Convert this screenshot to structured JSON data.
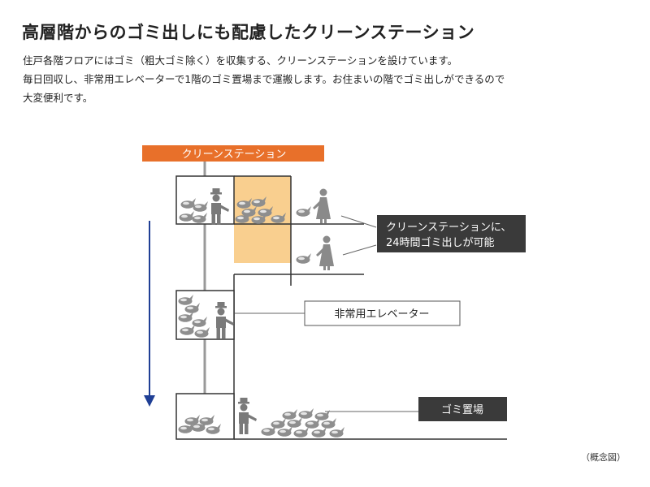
{
  "heading": "高層階からのゴミ出しにも配慮したクリーンステーション",
  "description": [
    "住戸各階フロアにはゴミ（粗大ゴミ除く）を収集する、クリーンステーションを設けています。",
    "毎日回収し、非常用エレベーターで1階のゴミ置場まで運搬します。お住まいの階でゴミ出しができるので",
    "大変便利です。"
  ],
  "diagram": {
    "station_banner": "クリーンステーション",
    "callout_line1": "クリーンステーションに、",
    "callout_line2": "24時間ゴミ出しが可能",
    "elevator_label": "非常用エレベーター",
    "storage_label": "ゴミ置場",
    "colors": {
      "banner": "#e8702a",
      "station_fill": "#f9cf8f",
      "arrow": "#1f3f95",
      "dark_label": "#3a3a3a"
    }
  },
  "footnote": "（概念図）"
}
